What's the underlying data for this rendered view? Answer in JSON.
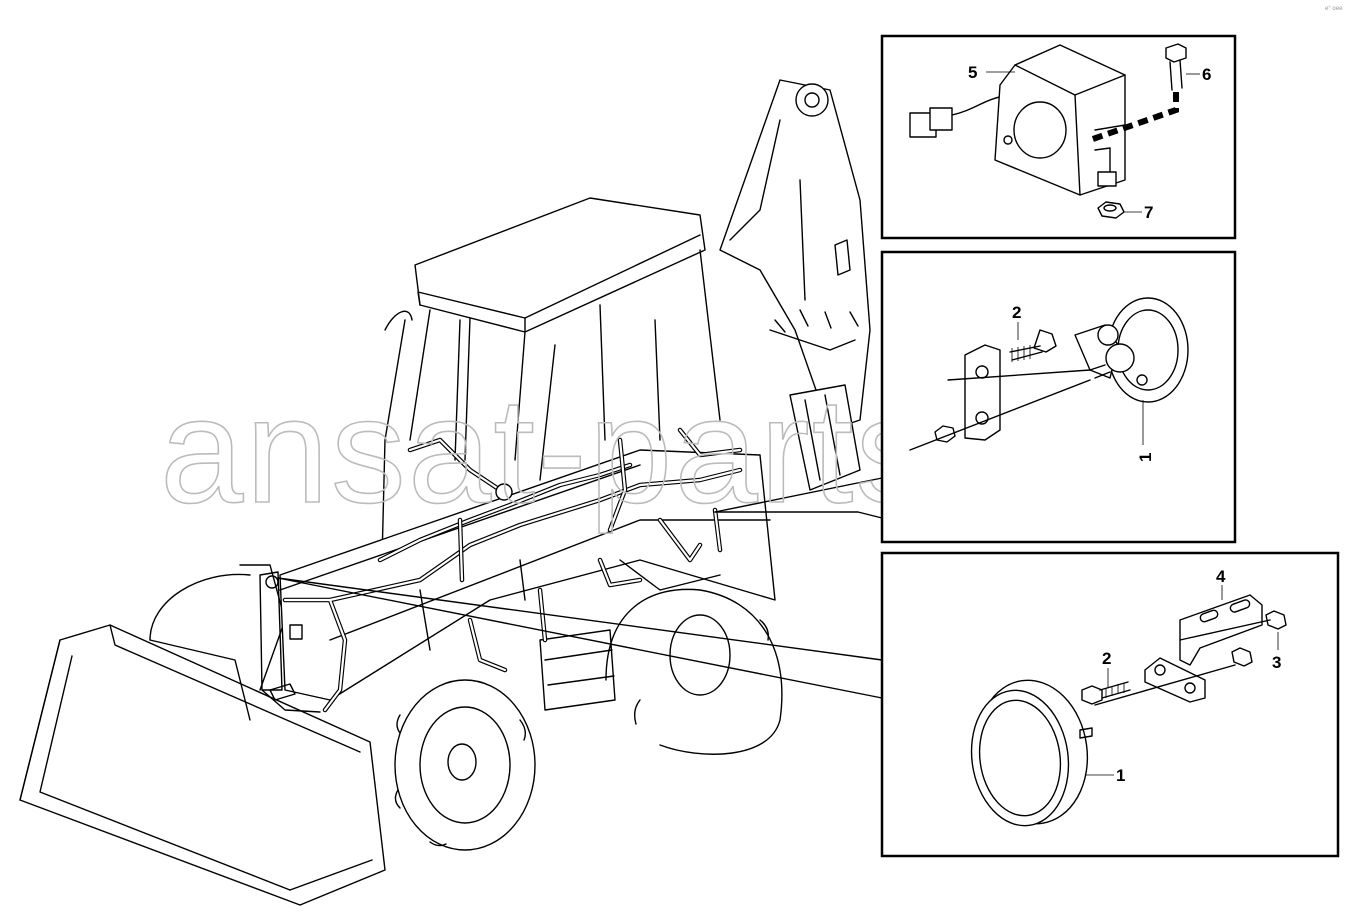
{
  "watermark": "ansat-parts.ru",
  "corner_mark": "e° oee",
  "detail_top": {
    "callouts": [
      "5",
      "6",
      "7"
    ]
  },
  "detail_middle": {
    "callouts": [
      "2",
      "1"
    ]
  },
  "detail_bottom": {
    "callouts": [
      "4",
      "2",
      "3",
      "1"
    ]
  }
}
